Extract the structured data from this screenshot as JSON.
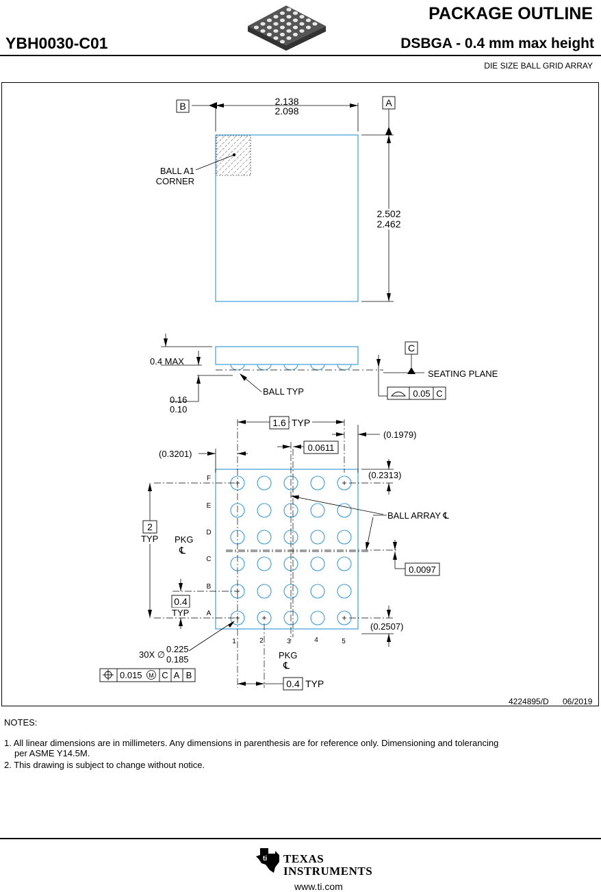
{
  "header": {
    "part_number": "YBH0030-C01",
    "title": "PACKAGE OUTLINE",
    "package_desc": "DSBGA - 0.4 mm max height",
    "subtitle": "DIE SIZE BALL GRID ARRAY"
  },
  "drawing": {
    "datum_a": "A",
    "datum_b": "B",
    "datum_c": "C",
    "width_max": "2.138",
    "width_min": "2.098",
    "height_max": "2.502",
    "height_min": "2.462",
    "ball_a1_line1": "BALL A1",
    "ball_a1_line2": "CORNER",
    "max_height": "0.4 MAX",
    "seating_plane": "SEATING PLANE",
    "ball_typ": "BALL TYP",
    "standoff_max": "0.16",
    "standoff_min": "0.10",
    "flatness_tol": "0.05",
    "span_x": "1.6",
    "typ": "TYP",
    "ref_right": "(0.1979)",
    "ref_left": "(0.3201)",
    "offset_x": "0.0611",
    "ref_top": "(0.2313)",
    "ball_array_cl": "BALL ARRAY ℄",
    "span_y": "2",
    "pkg": "PKG",
    "cl": "℄",
    "offset_y": "0.0097",
    "pitch_y": "0.4",
    "ref_bottom": "(0.2507)",
    "ball_count_dia": "30X ∅",
    "ball_dia_max": "0.225",
    "ball_dia_min": "0.185",
    "pos_tol": "0.015",
    "mmc": "M",
    "pitch_x": "0.4",
    "rows": [
      "F",
      "E",
      "D",
      "C",
      "B",
      "A"
    ],
    "cols": [
      "1",
      "2",
      "3",
      "4",
      "5"
    ],
    "doc_number": "4224895/D",
    "doc_date": "06/2019"
  },
  "notes": {
    "heading": "NOTES:",
    "note1_line1": "1. All linear dimensions are in millimeters. Any dimensions in parenthesis are for reference only. Dimensioning and tolerancing",
    "note1_line2": "per ASME Y14.5M.",
    "note2": "2. This drawing is subject to change without notice."
  },
  "footer": {
    "brand_line1": "TEXAS",
    "brand_line2": "INSTRUMENTS",
    "url": "www.ti.com"
  },
  "colors": {
    "package_outline": "#3b9bd8",
    "line": "#000000"
  }
}
